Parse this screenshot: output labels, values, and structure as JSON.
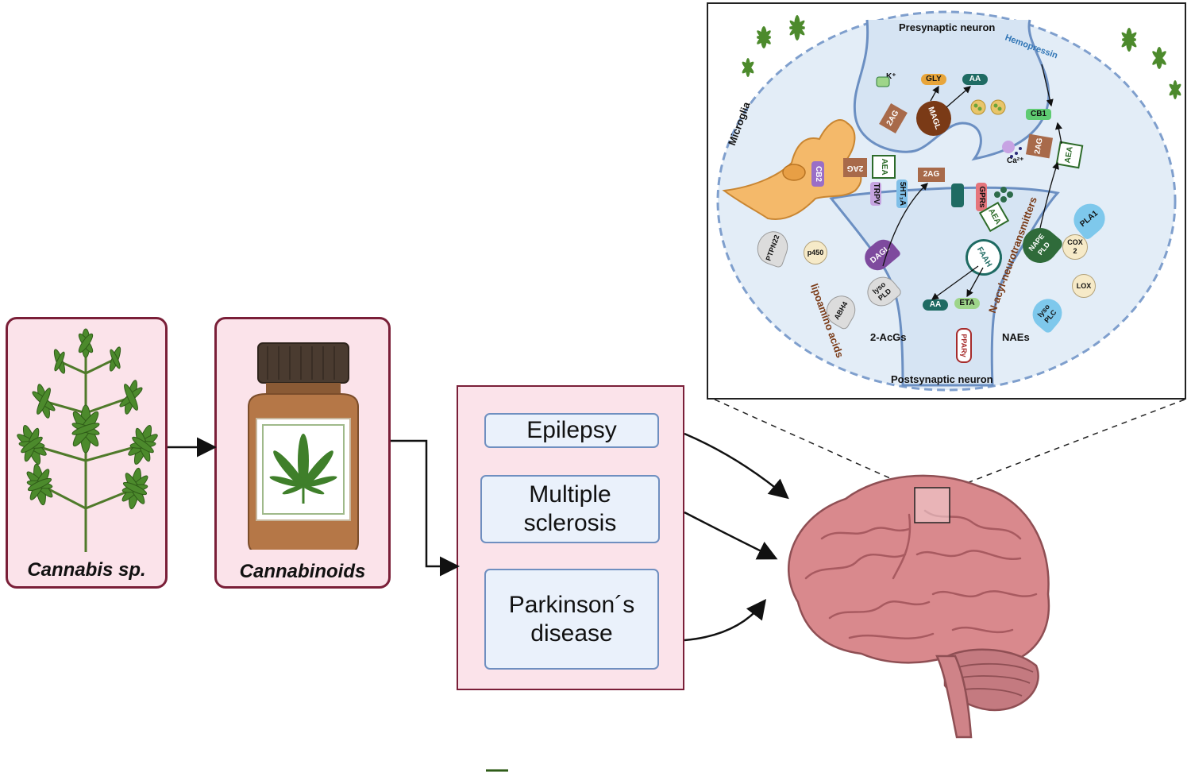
{
  "panels": {
    "plant_label": "Cannabis sp.",
    "bottle_label": "Cannabinoids"
  },
  "diseases": [
    {
      "label": "Epilepsy"
    },
    {
      "label": "Multiple\nsclerosis"
    },
    {
      "label": "Parkinson´s\ndisease"
    }
  ],
  "inset": {
    "presynaptic": "Presynaptic neuron",
    "postsynaptic": "Postsynaptic neuron",
    "microglia": "Microglia",
    "hemopressin": "Hemopressin",
    "k_ion": "K⁺",
    "ca_ion": "Ca²⁺",
    "gly": "GLY",
    "aa_top": "AA",
    "magl": "MAGL",
    "two_ag": "2AG",
    "cb1": "CB1",
    "cb2": "CB2",
    "aea": "AEA",
    "trpv": "TRPV",
    "ht": "5HT₁A",
    "gprs": "GPRs",
    "dagl": "DAGL",
    "faah": "FAAH",
    "nape_pld": "NAPE\nPLD",
    "pla1": "PLA1",
    "cox2": "COX\n2",
    "lox": "LOX",
    "lyso_plc": "lyso\nPLC",
    "lyso_pld": "lyso\nPLD",
    "ptpn22": "PTPN22",
    "p450": "p450",
    "abh4": "ABH4",
    "aa_bottom": "AA",
    "eta": "ETA",
    "ppar": "PPARγ",
    "lipoamino": "lipoamino acids",
    "nacyl": "N-acyl-neurotransmitters",
    "two_acgs": "2-AcGs",
    "naes": "NAEs"
  },
  "colors": {
    "panel_fill": "#fbe3ea",
    "panel_border": "#7a1f38",
    "disease_fill": "#eaf1fb",
    "disease_border": "#6f8fc0",
    "brain": "#d98b8e",
    "synapse_bg": "#e3edf7"
  }
}
